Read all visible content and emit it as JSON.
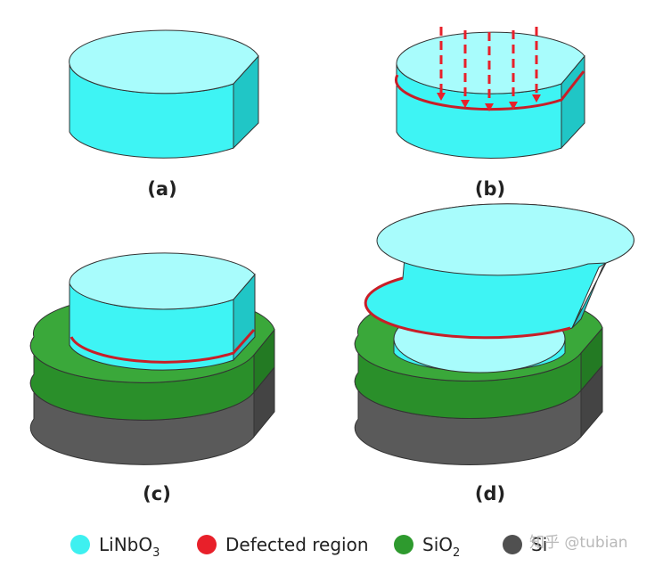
{
  "panels": [
    {
      "label": "(a)"
    },
    {
      "label": "(b)"
    },
    {
      "label": "(c)"
    },
    {
      "label": "(d)"
    }
  ],
  "legend": [
    {
      "text": "LiNbO",
      "sub": "3",
      "color": "#3ef0f0"
    },
    {
      "text": "Defected region",
      "sub": "",
      "color": "#e8202a"
    },
    {
      "text": "SiO",
      "sub": "2",
      "color": "#2e9a2e"
    },
    {
      "text": "Si",
      "sub": "",
      "color": "#505050"
    }
  ],
  "watermark": "知乎 @tubian",
  "colors": {
    "linbo3_top": "#a8fcfc",
    "linbo3_side": "#3ef4f4",
    "linbo3_flat": "#20c6c6",
    "defect": "#c81e28",
    "sio2_top": "#3aa83a",
    "sio2_side": "#2a8f2a",
    "si_side": "#5a5a5a",
    "outline": "#333333",
    "arrow": "#e8202a"
  }
}
